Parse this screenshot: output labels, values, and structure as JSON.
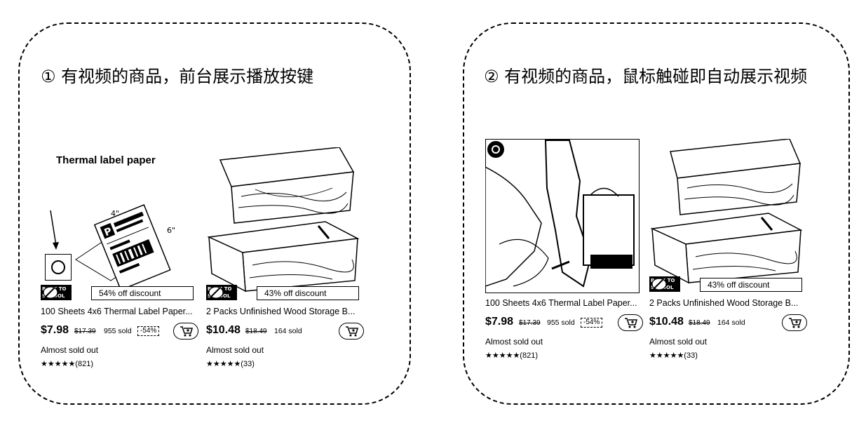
{
  "panels": [
    {
      "heading": "① 有视频的商品，前台展示播放按键",
      "cards": [
        {
          "image_caption": "Thermal label paper",
          "discount": "54% off discount",
          "title": "100 Sheets 4x6 Thermal Label Paper...",
          "price": "$7.98",
          "old_price": "$17.39",
          "sold": "955 sold",
          "pct": "-54%",
          "stock": "Almost sold out",
          "rating": "★★★★★(821)"
        },
        {
          "discount": "43% off discount",
          "title": "2 Packs Unfinished Wood Storage B...",
          "price": "$10.48",
          "old_price": "$18.49",
          "sold": "164 sold",
          "stock": "Almost sold out",
          "rating": "★★★★★(33)"
        }
      ]
    },
    {
      "heading": "② 有视频的商品，鼠标触碰即自动展示视频",
      "cards": [
        {
          "title": "100 Sheets 4x6 Thermal Label Paper...",
          "price": "$7.98",
          "old_price": "$17.39",
          "sold": "955 sold",
          "pct": "-54%",
          "stock": "Almost sold out",
          "rating": "★★★★★(821)"
        },
        {
          "discount": "43% off discount",
          "title": "2 Packs Unfinished Wood Storage B...",
          "price": "$10.48",
          "old_price": "$18.49",
          "sold": "164 sold",
          "stock": "Almost sold out",
          "rating": "★★★★★(33)"
        }
      ]
    }
  ],
  "badge": {
    "line1": "BACK TO",
    "line2": "SCHOOL"
  },
  "label_sheet": {
    "size_top": "4\"",
    "size_side": "6\"",
    "letter": "P"
  },
  "icons": {
    "cart": "add-to-cart-icon",
    "video": "video-play-icon",
    "live": "live-video-icon"
  }
}
